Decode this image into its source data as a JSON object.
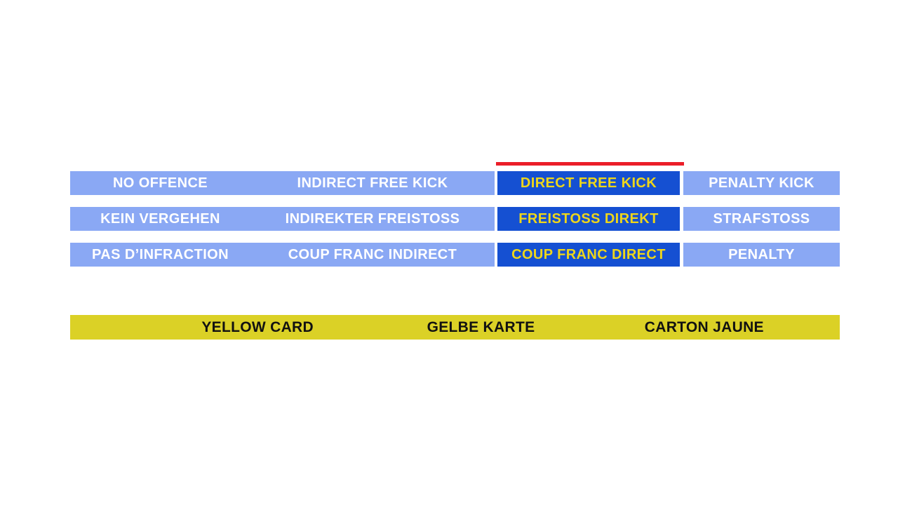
{
  "colors": {
    "light_blue": "#8AA8F4",
    "dark_blue": "#1550D2",
    "yellow_text": "#EED61A",
    "red": "#EB1E28",
    "yellow_bar": "#DBD126",
    "black_text": "#111111",
    "white_text": "#FFFFFF"
  },
  "grid": {
    "rows": [
      {
        "language": "English",
        "cells": [
          {
            "label": "NO OFFENCE",
            "selected": false
          },
          {
            "label": "INDIRECT FREE KICK",
            "selected": false
          },
          {
            "label": "DIRECT FREE KICK",
            "selected": true
          },
          {
            "label": "PENALTY KICK",
            "selected": false
          }
        ]
      },
      {
        "language": "German",
        "cells": [
          {
            "label": "KEIN VERGEHEN",
            "selected": false
          },
          {
            "label": "INDIREKTER FREISTOSS",
            "selected": false
          },
          {
            "label": "FREISTOSS DIREKT",
            "selected": true
          },
          {
            "label": "STRAFSTOSS",
            "selected": false
          }
        ]
      },
      {
        "language": "French",
        "cells": [
          {
            "label": "PAS D’INFRACTION",
            "selected": false
          },
          {
            "label": "COUP FRANC INDIRECT",
            "selected": false
          },
          {
            "label": "COUP FRANC DIRECT",
            "selected": true
          },
          {
            "label": "PENALTY",
            "selected": false
          }
        ]
      }
    ]
  },
  "card_bar": {
    "labels": [
      "YELLOW CARD",
      "GELBE KARTE",
      "CARTON JAUNE"
    ]
  }
}
